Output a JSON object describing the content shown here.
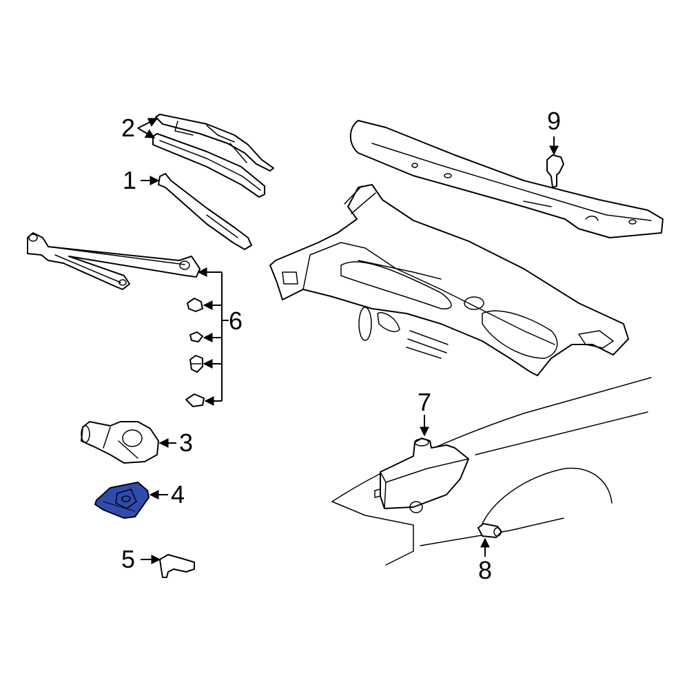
{
  "highlight_color": "#2e4bb0",
  "outline_color": "#000000",
  "callouts": {
    "c1": "1",
    "c2": "2",
    "c3": "3",
    "c4": "4",
    "c5": "5",
    "c6": "6",
    "c7": "7",
    "c8": "8",
    "c9": "9"
  }
}
